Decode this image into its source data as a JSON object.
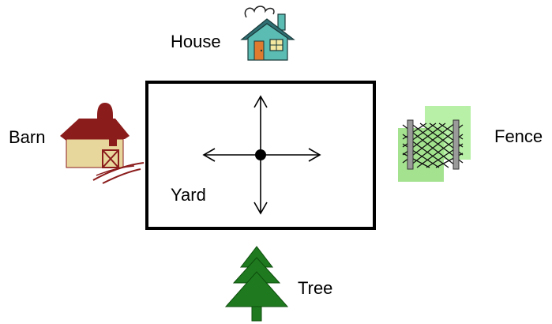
{
  "labels": {
    "house": "House",
    "barn": "Barn",
    "fence": "Fence",
    "tree": "Tree",
    "yard": "Yard"
  },
  "icons": {
    "house": "house-icon",
    "barn": "barn-icon",
    "fence": "fence-icon",
    "tree": "tree-icon"
  },
  "colors": {
    "house_wall": "#5bbcb4",
    "house_roof": "#2f6f73",
    "house_door": "#e07a2e",
    "barn_red": "#8b1c1c",
    "barn_wall": "#e8d79c",
    "fence_green": "#b7f0a6",
    "fence_green_dark": "#9fe08a",
    "tree_green": "#1f7a1f"
  }
}
